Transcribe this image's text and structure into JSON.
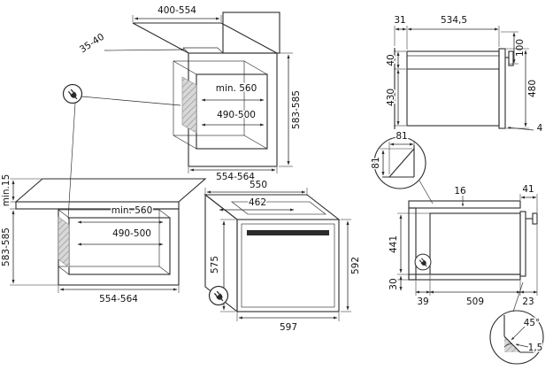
{
  "figure": {
    "background": "#ffffff",
    "line": "#2b2b2b",
    "hatch": "#d8d8d8"
  },
  "tall_unit": {
    "top_cutout_width": "400-554",
    "vent_gap_depth": "35-40",
    "niche_depth": "min. 560",
    "inner_width": "490-500",
    "niche_height": "583-585",
    "opening_width": "554-564"
  },
  "base_unit": {
    "top_clearance": "min.15",
    "niche_height": "583-585",
    "niche_depth": "min. 560",
    "inner_width": "490-500",
    "opening_width": "554-564"
  },
  "oven": {
    "depth": "550",
    "cavity_width": "462",
    "front_height": "575",
    "total_height": "592",
    "width": "597"
  },
  "side_section": {
    "rear_gap": "31",
    "body_depth": "534,5",
    "handle_zone": "100",
    "top_band": "40",
    "body_band": "430",
    "total_height": "480",
    "door_gap": "4"
  },
  "corner_detail": {
    "cut_width": "81",
    "cut_height": "81"
  },
  "install_section": {
    "top_gap": "16",
    "handle_depth": "41",
    "body_height": "441",
    "bottom_gap": "30",
    "rear_clearance": "39",
    "body_depth": "509",
    "front_overhang": "23"
  },
  "edge_detail": {
    "chamfer_angle": "45°",
    "chamfer_size": "1,5"
  }
}
